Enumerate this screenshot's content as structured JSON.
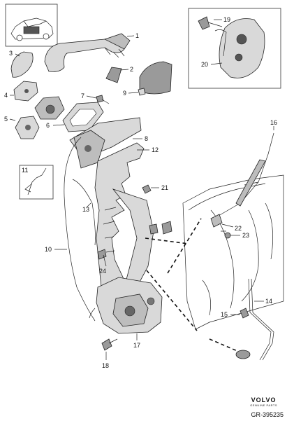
{
  "callouts": {
    "c1": "1",
    "c2": "2",
    "c3": "3",
    "c4": "4",
    "c5": "5",
    "c6": "6",
    "c7": "7",
    "c8": "8",
    "c9": "9",
    "c10": "10",
    "c11": "11",
    "c12": "12",
    "c13": "13",
    "c14": "14",
    "c15": "15",
    "c16": "16",
    "c17": "17",
    "c18": "18",
    "c19": "19",
    "c20": "20",
    "c21": "21",
    "c22": "22",
    "c23": "23",
    "c24": "24"
  },
  "brand": {
    "name": "VOLVO",
    "subtitle": "GENUINE PARTS"
  },
  "reference": "GR-395235",
  "colors": {
    "line": "#222222",
    "part_fill": "#d9d9d9",
    "part_dark": "#9a9a9a",
    "background": "#ffffff"
  }
}
